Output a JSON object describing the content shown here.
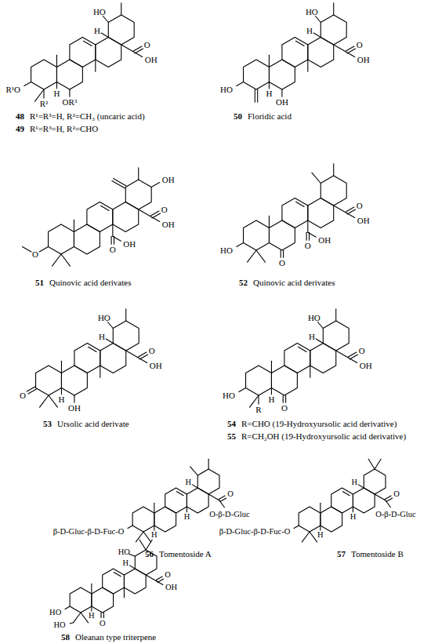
{
  "diagram": {
    "labels": [
      "HO",
      "H",
      "O",
      "OH",
      "R¹O",
      "R²",
      "H",
      "OR³",
      "48",
      "R¹=R³=H, R²=CH₃ (uncaric acid)",
      "49",
      "R¹=R³=H, R²=CHO",
      "HO",
      "H",
      "O",
      "OH",
      "HO",
      "H",
      "OH",
      "50",
      "Floridic acid",
      "O",
      "OH",
      "O",
      "OH",
      "O",
      "OH",
      "51",
      "Quinovic acid derivates",
      "O",
      "OH",
      "HO",
      "O",
      "O",
      "OH",
      "52",
      "Quinovic acid derivates",
      "HO",
      "H",
      "O",
      "OH",
      "O",
      "H",
      "OH",
      "53",
      "Ursolic acid derivate",
      "HO",
      "H",
      "O",
      "OH",
      "HO",
      "R",
      "H",
      "O",
      "54",
      "R=CHO (19-Hydroxyursolic acid derivative)",
      "55",
      "R=CH₂OH (19-Hydroxyursolic acid derivative)",
      "H",
      "O",
      "O-β-D-Gluc",
      "H",
      "β-D-Gluc-β-D-Fuc-O",
      "H",
      "56",
      "Tomentoside A",
      "H",
      "O",
      "O-β-D-Gluc",
      "H",
      "β-D-Gluc-β-D-Fuc-O",
      "H",
      "57",
      "Tomentoside B",
      "HO",
      "H",
      "O",
      "OH",
      "HO",
      "H",
      "HO",
      "O",
      "58",
      "Oleanan type triterpene"
    ]
  }
}
